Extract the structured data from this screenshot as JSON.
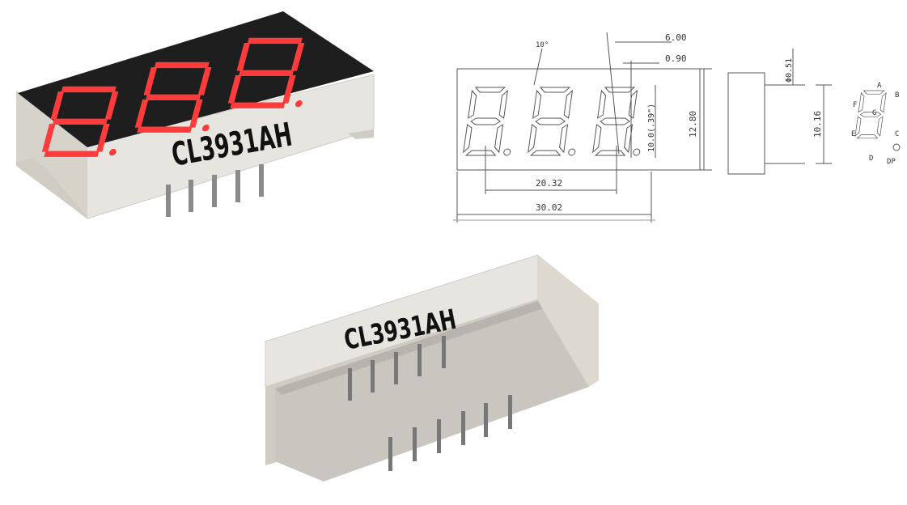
{
  "part_number": "CL3931AH",
  "colors": {
    "segment": "#ff3b3b",
    "face": "#1e1e1e",
    "body": "#e6e4de",
    "body_side": "#cfccc4",
    "pin": "#777777"
  },
  "drawing": {
    "angle": "10°",
    "dim_top_width": "6.00",
    "dim_top_small": "0.90",
    "dim_pitch": "20.32",
    "dim_total_width": "30.02",
    "dim_digit_height": "10.0(.39\")",
    "dim_body_height": "12.80",
    "dim_pin_diameter": "Φ0.51",
    "dim_pin_span": "10.16",
    "segment_labels": [
      "A",
      "B",
      "C",
      "D",
      "E",
      "F",
      "G",
      "DP"
    ]
  }
}
